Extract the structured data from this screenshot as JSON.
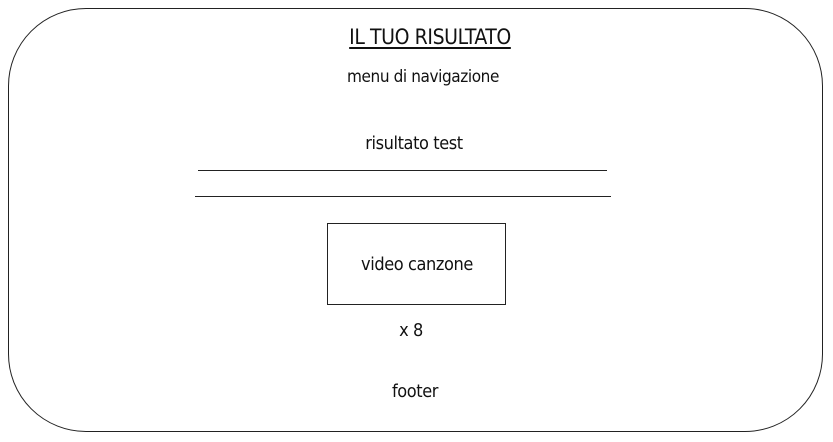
{
  "page": {
    "title": "IL TUO RISULTATO",
    "navigation_label": "menu di navigazione",
    "result_label": "risultato test",
    "video_label": "video canzone",
    "video_multiplier": "x 8",
    "footer_label": "footer"
  }
}
